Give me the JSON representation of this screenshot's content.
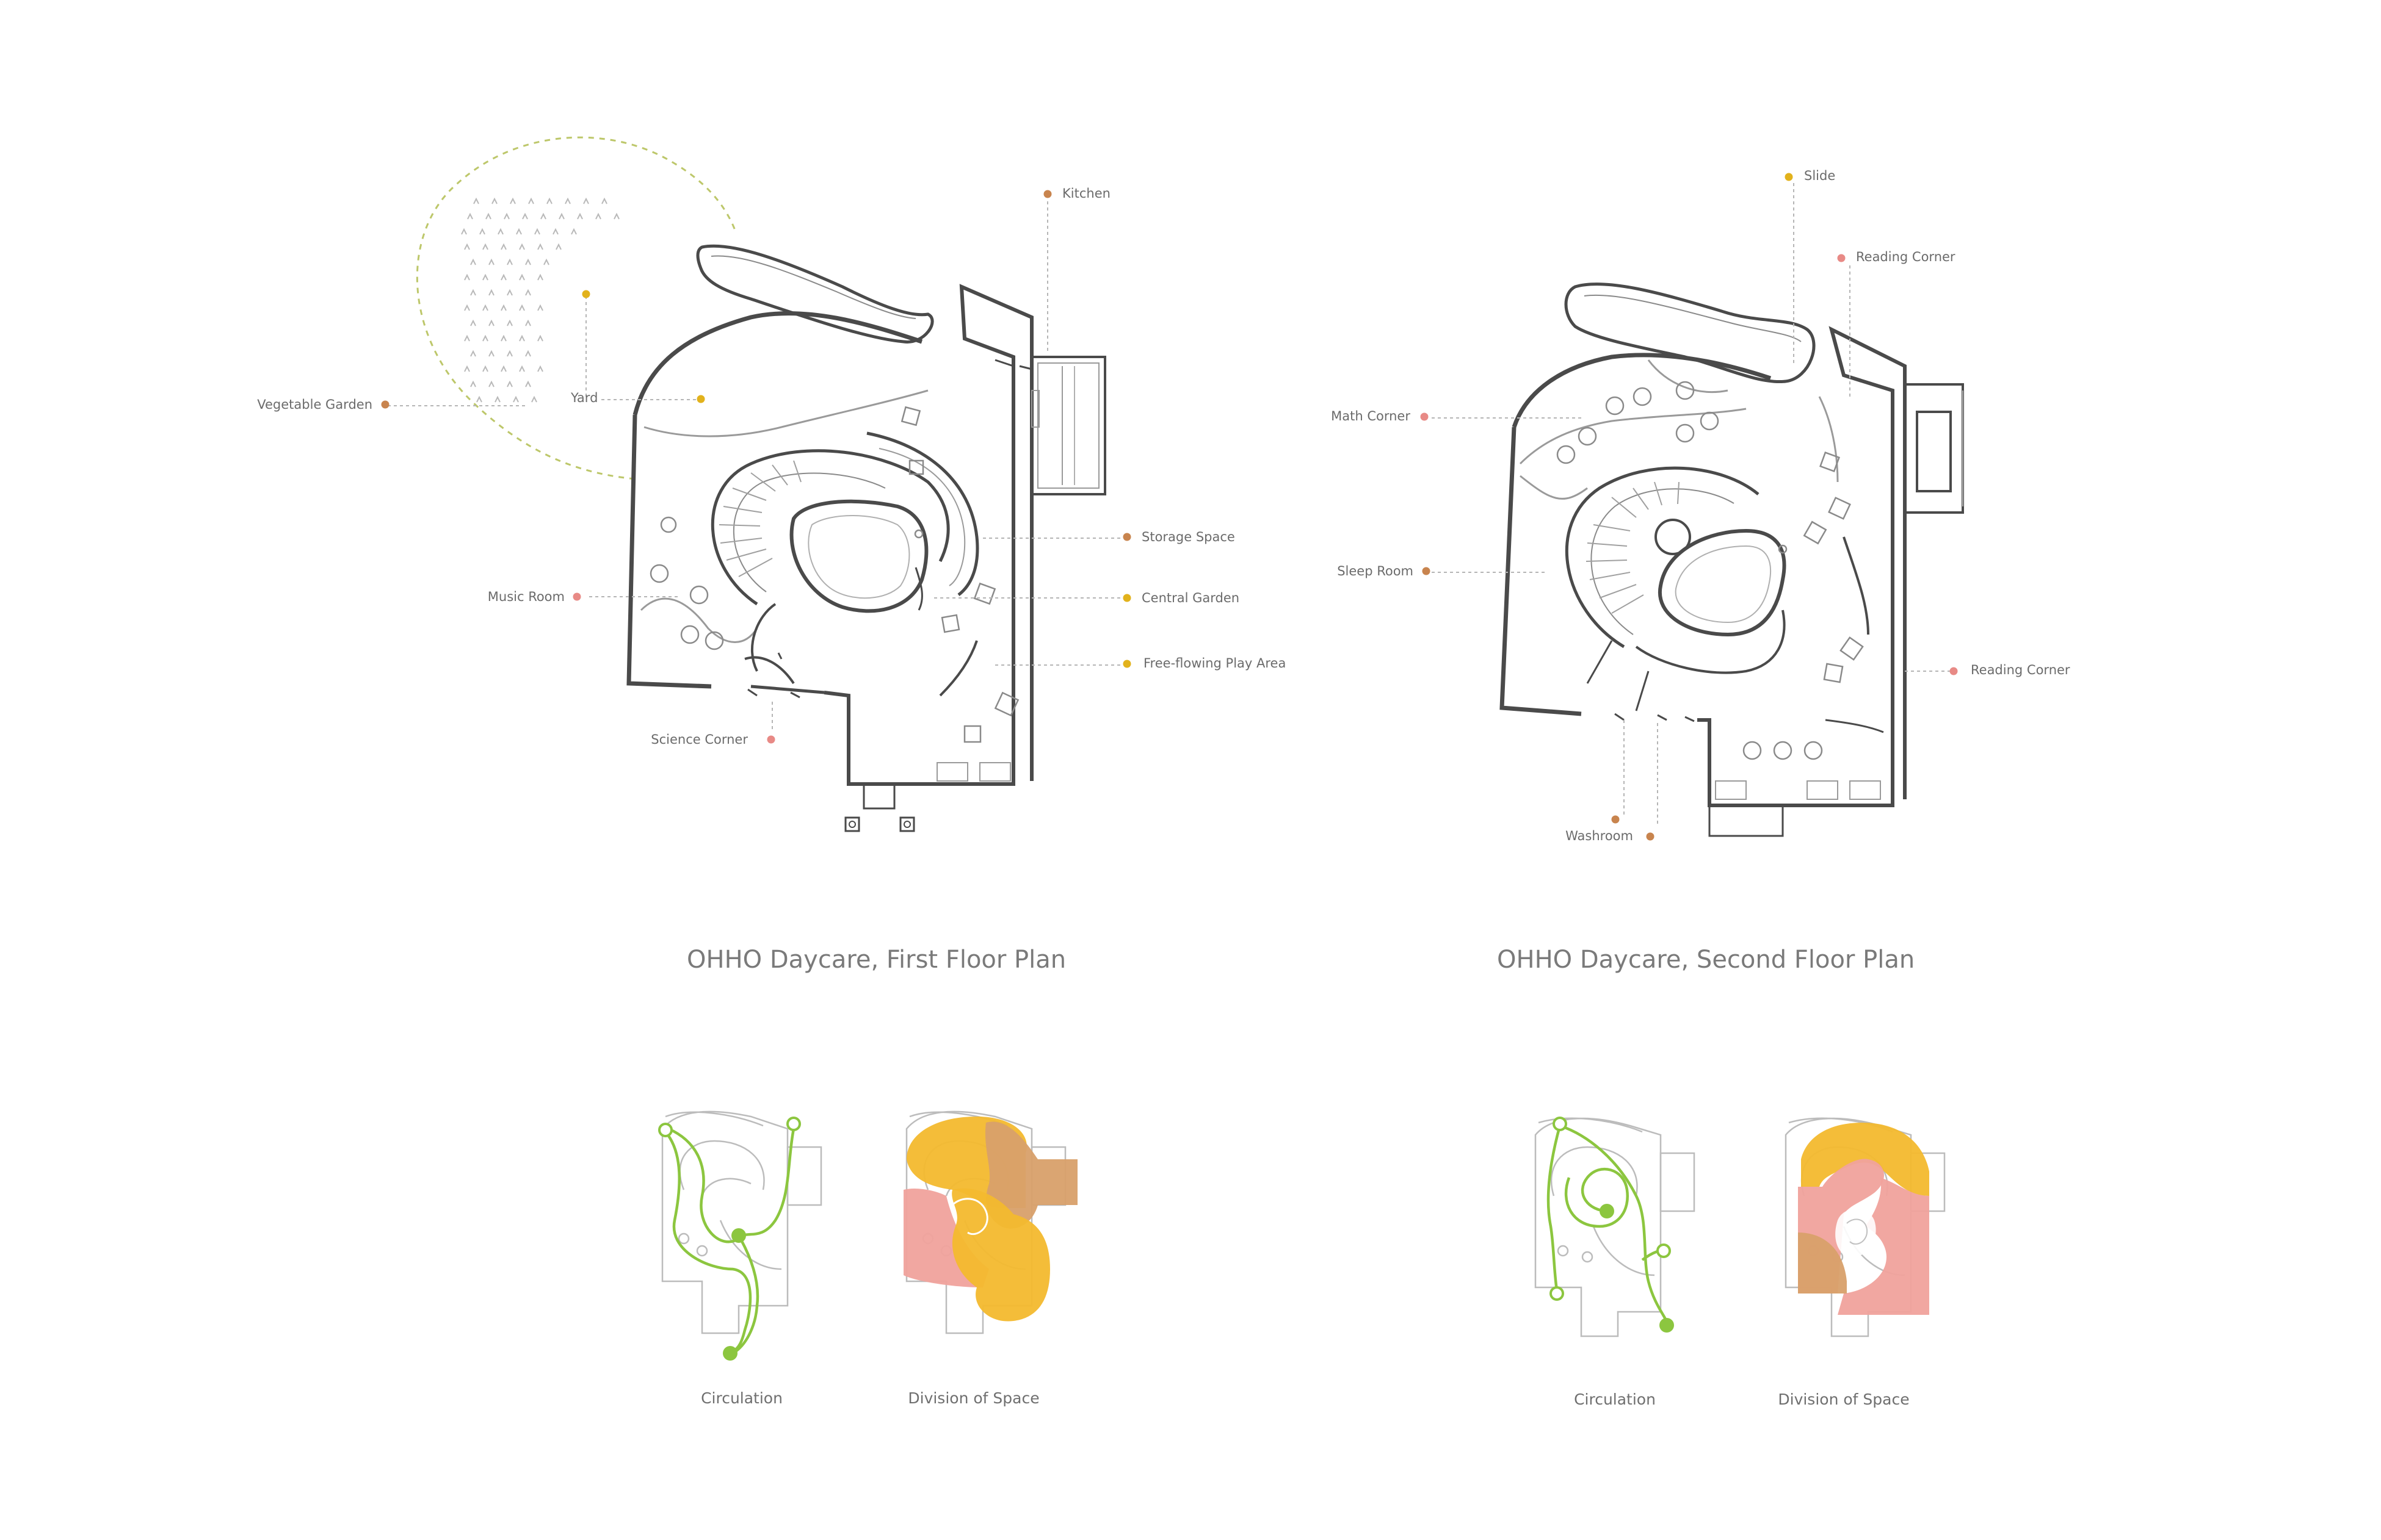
{
  "plans": {
    "first": {
      "title": "OHHO Daycare, First Floor Plan",
      "labels": {
        "kitchen": "Kitchen",
        "vegetable_garden": "Vegetable Garden",
        "yard": "Yard",
        "storage_space": "Storage Space",
        "music_room": "Music Room",
        "central_garden": "Central Garden",
        "free_flowing_play_area": "Free-flowing Play Area",
        "science_corner": "Science Corner"
      }
    },
    "second": {
      "title": "OHHO Daycare, Second Floor Plan",
      "labels": {
        "slide": "Slide",
        "reading_corner_top": "Reading Corner",
        "math_corner": "Math Corner",
        "sleep_room": "Sleep Room",
        "reading_corner_right": "Reading Corner",
        "washroom": "Washroom"
      }
    }
  },
  "diagrams": {
    "first_circulation": "Circulation",
    "first_division": "Division of Space",
    "second_circulation": "Circulation",
    "second_division": "Division of Space"
  },
  "colors": {
    "line": "#4a4a4a",
    "thin_line": "#9a9a9a",
    "yellow_dot": "#e2b21c",
    "orange_dot": "#c8844e",
    "pink_dot": "#e88a86",
    "green": "#8cc63f",
    "fill_yellow": "#f3b92e",
    "fill_pink": "#f0a29c",
    "fill_brown": "#d8a06a"
  }
}
